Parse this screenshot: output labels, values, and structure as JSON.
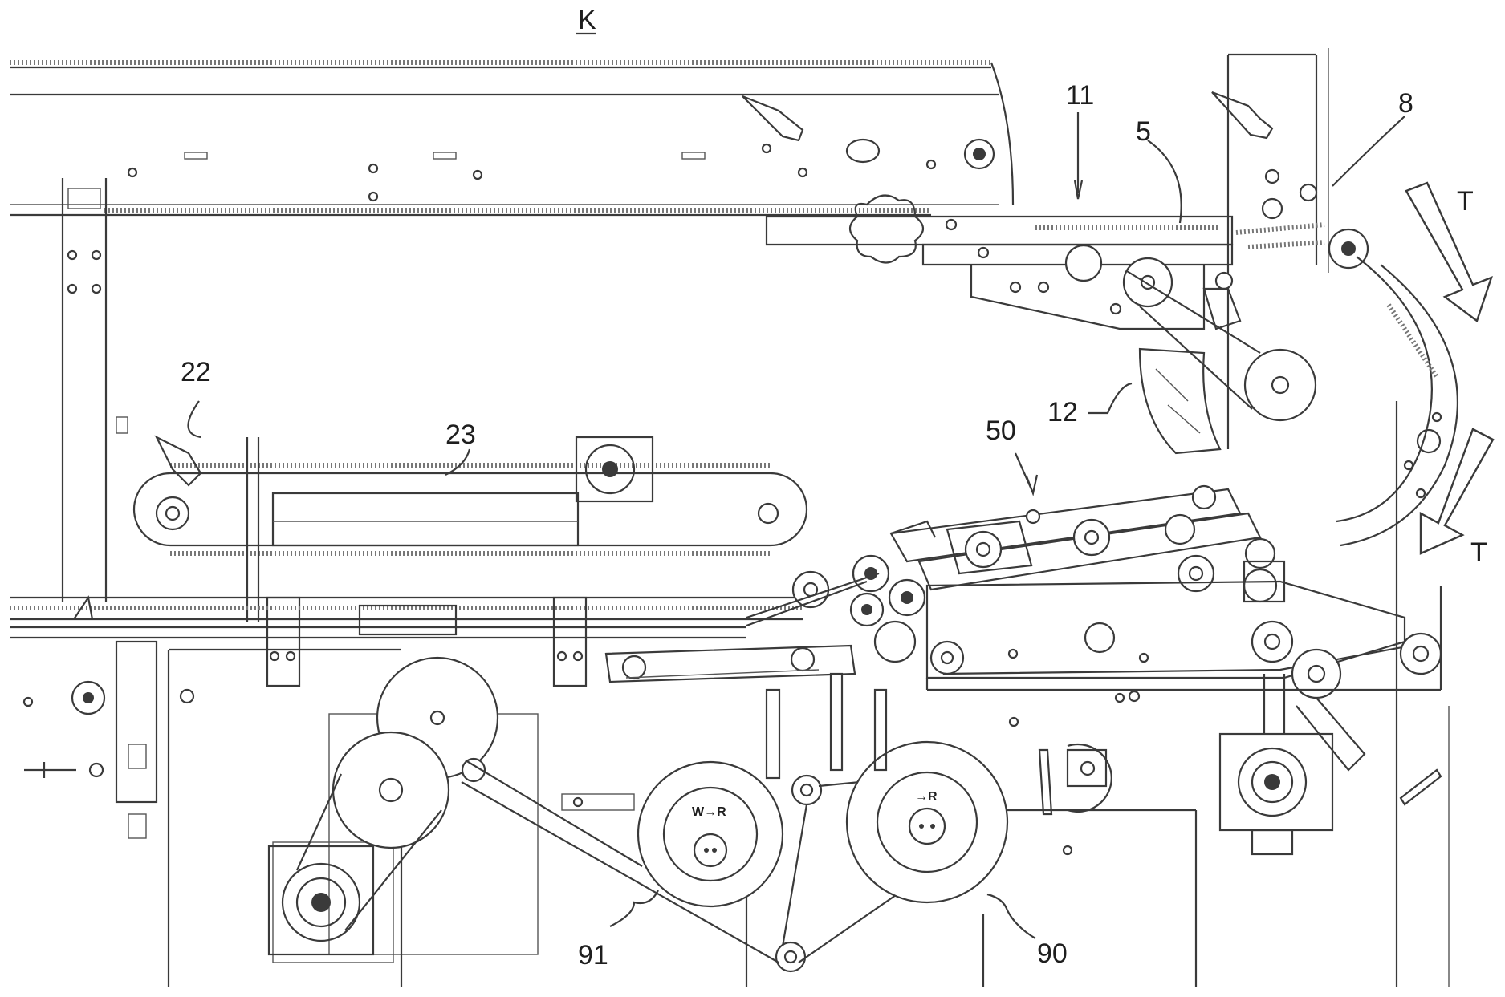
{
  "figure": {
    "title_label": "K",
    "reference_labels": [
      {
        "id": "label-11",
        "text": "11"
      },
      {
        "id": "label-5",
        "text": "5"
      },
      {
        "id": "label-8",
        "text": "8"
      },
      {
        "id": "label-12",
        "text": "12"
      },
      {
        "id": "label-50",
        "text": "50"
      },
      {
        "id": "label-22",
        "text": "22"
      },
      {
        "id": "label-23",
        "text": "23"
      },
      {
        "id": "label-91",
        "text": "91"
      },
      {
        "id": "label-90",
        "text": "90"
      }
    ],
    "direction_labels": [
      "T",
      "T"
    ],
    "roller_markings": [
      "W→R",
      "→R"
    ]
  }
}
